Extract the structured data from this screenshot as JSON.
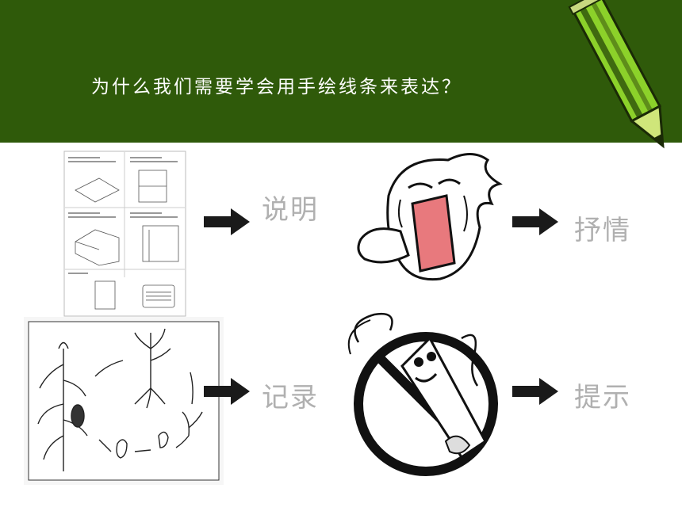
{
  "title": "为什么我们需要学会用手绘线条来表达？",
  "labels": {
    "top_left": "说明",
    "top_right": "抒情",
    "bottom_left": "记录",
    "bottom_right": "提示"
  },
  "colors": {
    "header_bg": "#2f5a0a",
    "label_gray": "#b0b0b0",
    "pencil_green": "#8cd12a"
  },
  "icons": {
    "arrow": "right-arrow-icon",
    "pencil": "pencil-icon"
  }
}
